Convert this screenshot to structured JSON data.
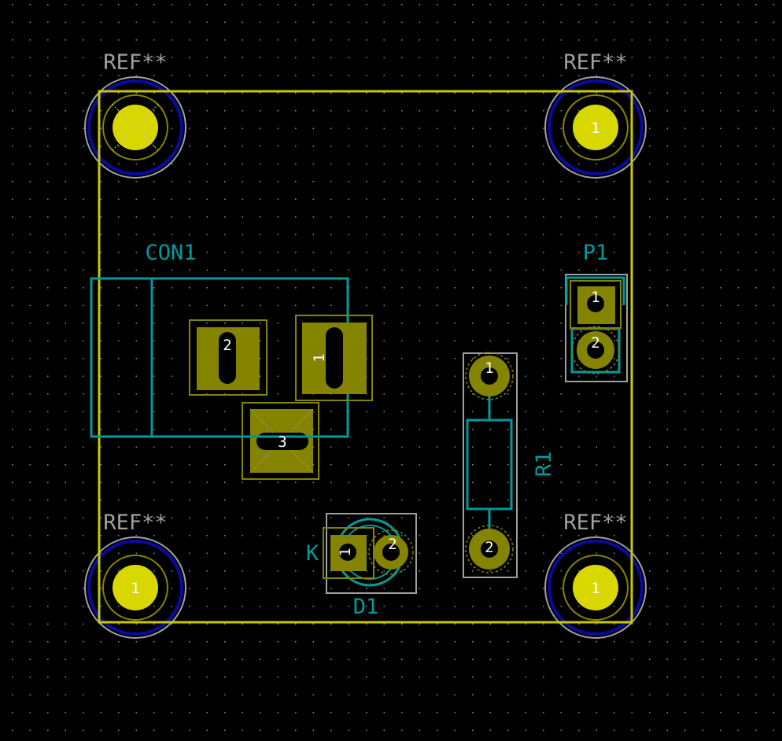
{
  "view": "pcb-editor-canvas",
  "colors": {
    "background": "#000000",
    "board_edge": "#c8c800",
    "pad": "#848400",
    "mount_pad": "#d8d800",
    "ring_blue": "#0a0aa0",
    "fab_teal": "#009a9a",
    "courtyard_gray": "#a0a0a0",
    "grid": "#808080"
  },
  "mounting_holes": [
    {
      "ref": "REF**",
      "pad": ""
    },
    {
      "ref": "REF**",
      "pad": "1"
    },
    {
      "ref": "REF**",
      "pad": "1"
    },
    {
      "ref": "REF**",
      "pad": "1"
    }
  ],
  "con1": {
    "ref": "CON1",
    "pads": [
      "1",
      "2",
      "3"
    ]
  },
  "p1": {
    "ref": "P1",
    "pads": [
      "1",
      "2"
    ]
  },
  "r1": {
    "ref": "R1",
    "pads": [
      "1",
      "2"
    ]
  },
  "d1": {
    "ref": "D1",
    "cathode_label": "K",
    "pads": [
      "1",
      "2"
    ]
  }
}
